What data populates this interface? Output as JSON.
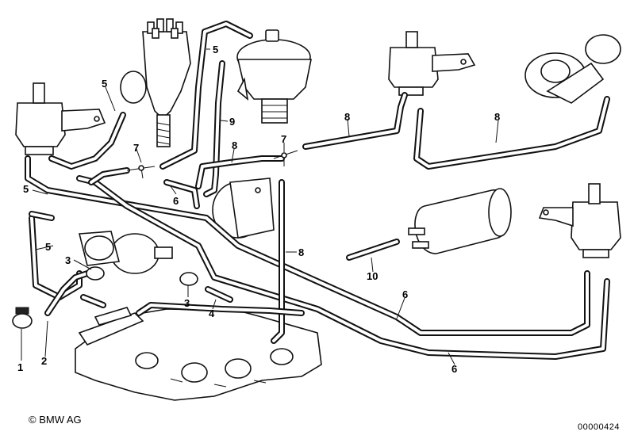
{
  "diagram": {
    "callouts": [
      "1",
      "2",
      "3",
      "3",
      "4",
      "5",
      "5",
      "5",
      "5",
      "6",
      "6",
      "6",
      "7",
      "7",
      "8",
      "8",
      "8",
      "8",
      "9",
      "10"
    ],
    "parts": [
      "hose-clamp",
      "shaped-hose",
      "hose-clip",
      "hose-clip",
      "hose-section",
      "vacuum-hose",
      "vacuum-hose",
      "vacuum-hose",
      "vacuum-hose",
      "vacuum-line",
      "vacuum-line",
      "vacuum-line",
      "t-connector",
      "t-connector",
      "vacuum-hose-8",
      "vacuum-hose-8",
      "vacuum-hose-8",
      "vacuum-hose-8",
      "vacuum-hose-9",
      "hose-10"
    ]
  },
  "footer": {
    "copyright": "© BMW AG",
    "doc_number": "00000424"
  }
}
